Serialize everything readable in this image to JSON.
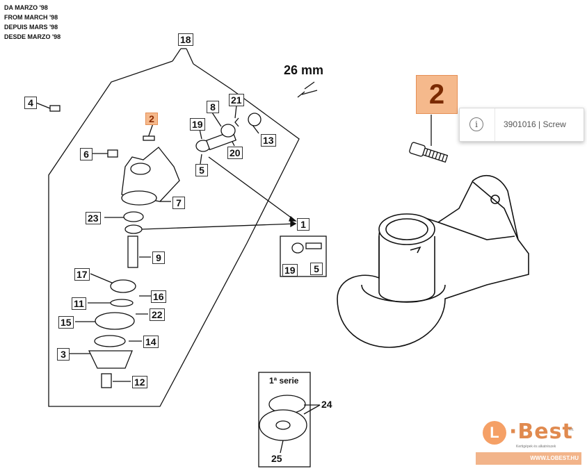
{
  "header": {
    "lines": [
      "DA MARZO '98",
      "FROM MARCH '98",
      "DEPUIS MARS '98",
      "DESDE MARZO '98"
    ]
  },
  "measure": "26 mm",
  "serie": "1ª serie",
  "callouts": {
    "c18": "18",
    "c4": "4",
    "c2": "2",
    "c6": "6",
    "c7": "7",
    "c8": "8",
    "c21": "21",
    "c19": "19",
    "c20": "20",
    "c13": "13",
    "c5": "5",
    "c23": "23",
    "c1": "1",
    "c9": "9",
    "c19b": "19",
    "c5b": "5",
    "c17": "17",
    "c16": "16",
    "c11": "11",
    "c22": "22",
    "c15": "15",
    "c14": "14",
    "c3": "3",
    "c12": "12",
    "c24": "24",
    "c25": "25"
  },
  "selected_part": {
    "number": "2",
    "tooltip": "3901016 | Screw",
    "icon": "info-icon"
  },
  "logo": {
    "mark": "L",
    "name": "·Best",
    "suffix": "Kft.",
    "subtitle": "Kertigépek és alkatrészek",
    "url": "WWW.LOBEST.HU"
  },
  "colors": {
    "highlight": "#f5b98c",
    "highlight_border": "#e58f55",
    "brand": "#e08a4f"
  }
}
